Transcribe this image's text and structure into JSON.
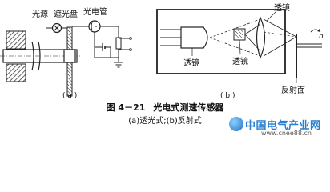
{
  "diagram_a": {
    "label_light_source": "光源",
    "label_shading_disk": "遮光盘",
    "label_phototube": "光电管",
    "sub_label": "( a )"
  },
  "diagram_b": {
    "label_lens_top": "透镜",
    "label_lens_left": "透镜",
    "label_lens_mid": "透镜",
    "label_reflector": "反射面",
    "label_n": "n",
    "sub_label": "( b )"
  },
  "caption": {
    "figure_no": "图 4－21",
    "title": "光电式测速传感器",
    "subtitle": "(a)透光式;(b)反射式"
  },
  "watermark": {
    "name": "中国电气产业网",
    "url": "www.cnee88.cn"
  }
}
